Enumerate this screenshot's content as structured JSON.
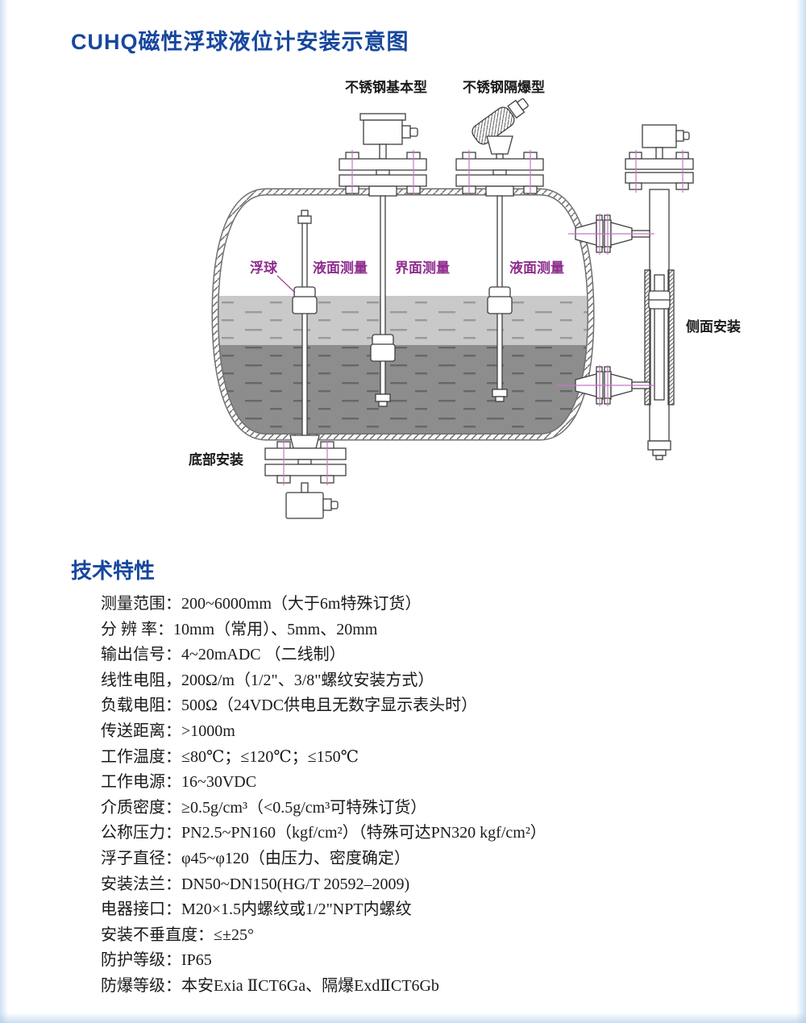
{
  "title": "CUHQ磁性浮球液位计安装示意图",
  "diagram": {
    "labels": {
      "basic_type": "不锈钢基本型",
      "explosion_proof_type": "不锈钢隔爆型",
      "float_ball": "浮球",
      "level_measure_left": "液面测量",
      "interface_measure": "界面测量",
      "level_measure_right": "液面测量",
      "side_mount": "侧面安装",
      "bottom_mount": "底部安装"
    },
    "colors": {
      "line_art": "#3f3f3f",
      "label_purple": "#8e2d8e",
      "centerline_purple": "#c478c4",
      "liquid_upper": "#c9c9c9",
      "liquid_lower": "#8d8d8d",
      "accent_blue": "#17479e"
    }
  },
  "specs": {
    "heading": "技术特性",
    "items": [
      "测量范围：200~6000mm（大于6m特殊订货）",
      "分 辨 率：10mm（常用）、5mm、20mm",
      "输出信号：4~20mADC （二线制）",
      "线性电阻，200Ω/m（1/2\"、3/8\"螺纹安装方式）",
      "负载电阻：500Ω（24VDC供电且无数字显示表头时）",
      "传送距离：>1000m",
      "工作温度：≤80℃；≤120℃；≤150℃",
      "工作电源：16~30VDC",
      "介质密度：≥0.5g/cm³（<0.5g/cm³可特殊订货）",
      "公称压力：PN2.5~PN160（kgf/cm²）（特殊可达PN320 kgf/cm²）",
      "浮子直径：φ45~φ120（由压力、密度确定）",
      "安装法兰：DN50~DN150(HG/T 20592–2009)",
      "电器接口：M20×1.5内螺纹或1/2\"NPT内螺纹",
      "安装不垂直度：≤±25°",
      "防护等级：IP65",
      "防爆等级：本安Exia ⅡCT6Ga、隔爆ExdⅡCT6Gb"
    ]
  }
}
